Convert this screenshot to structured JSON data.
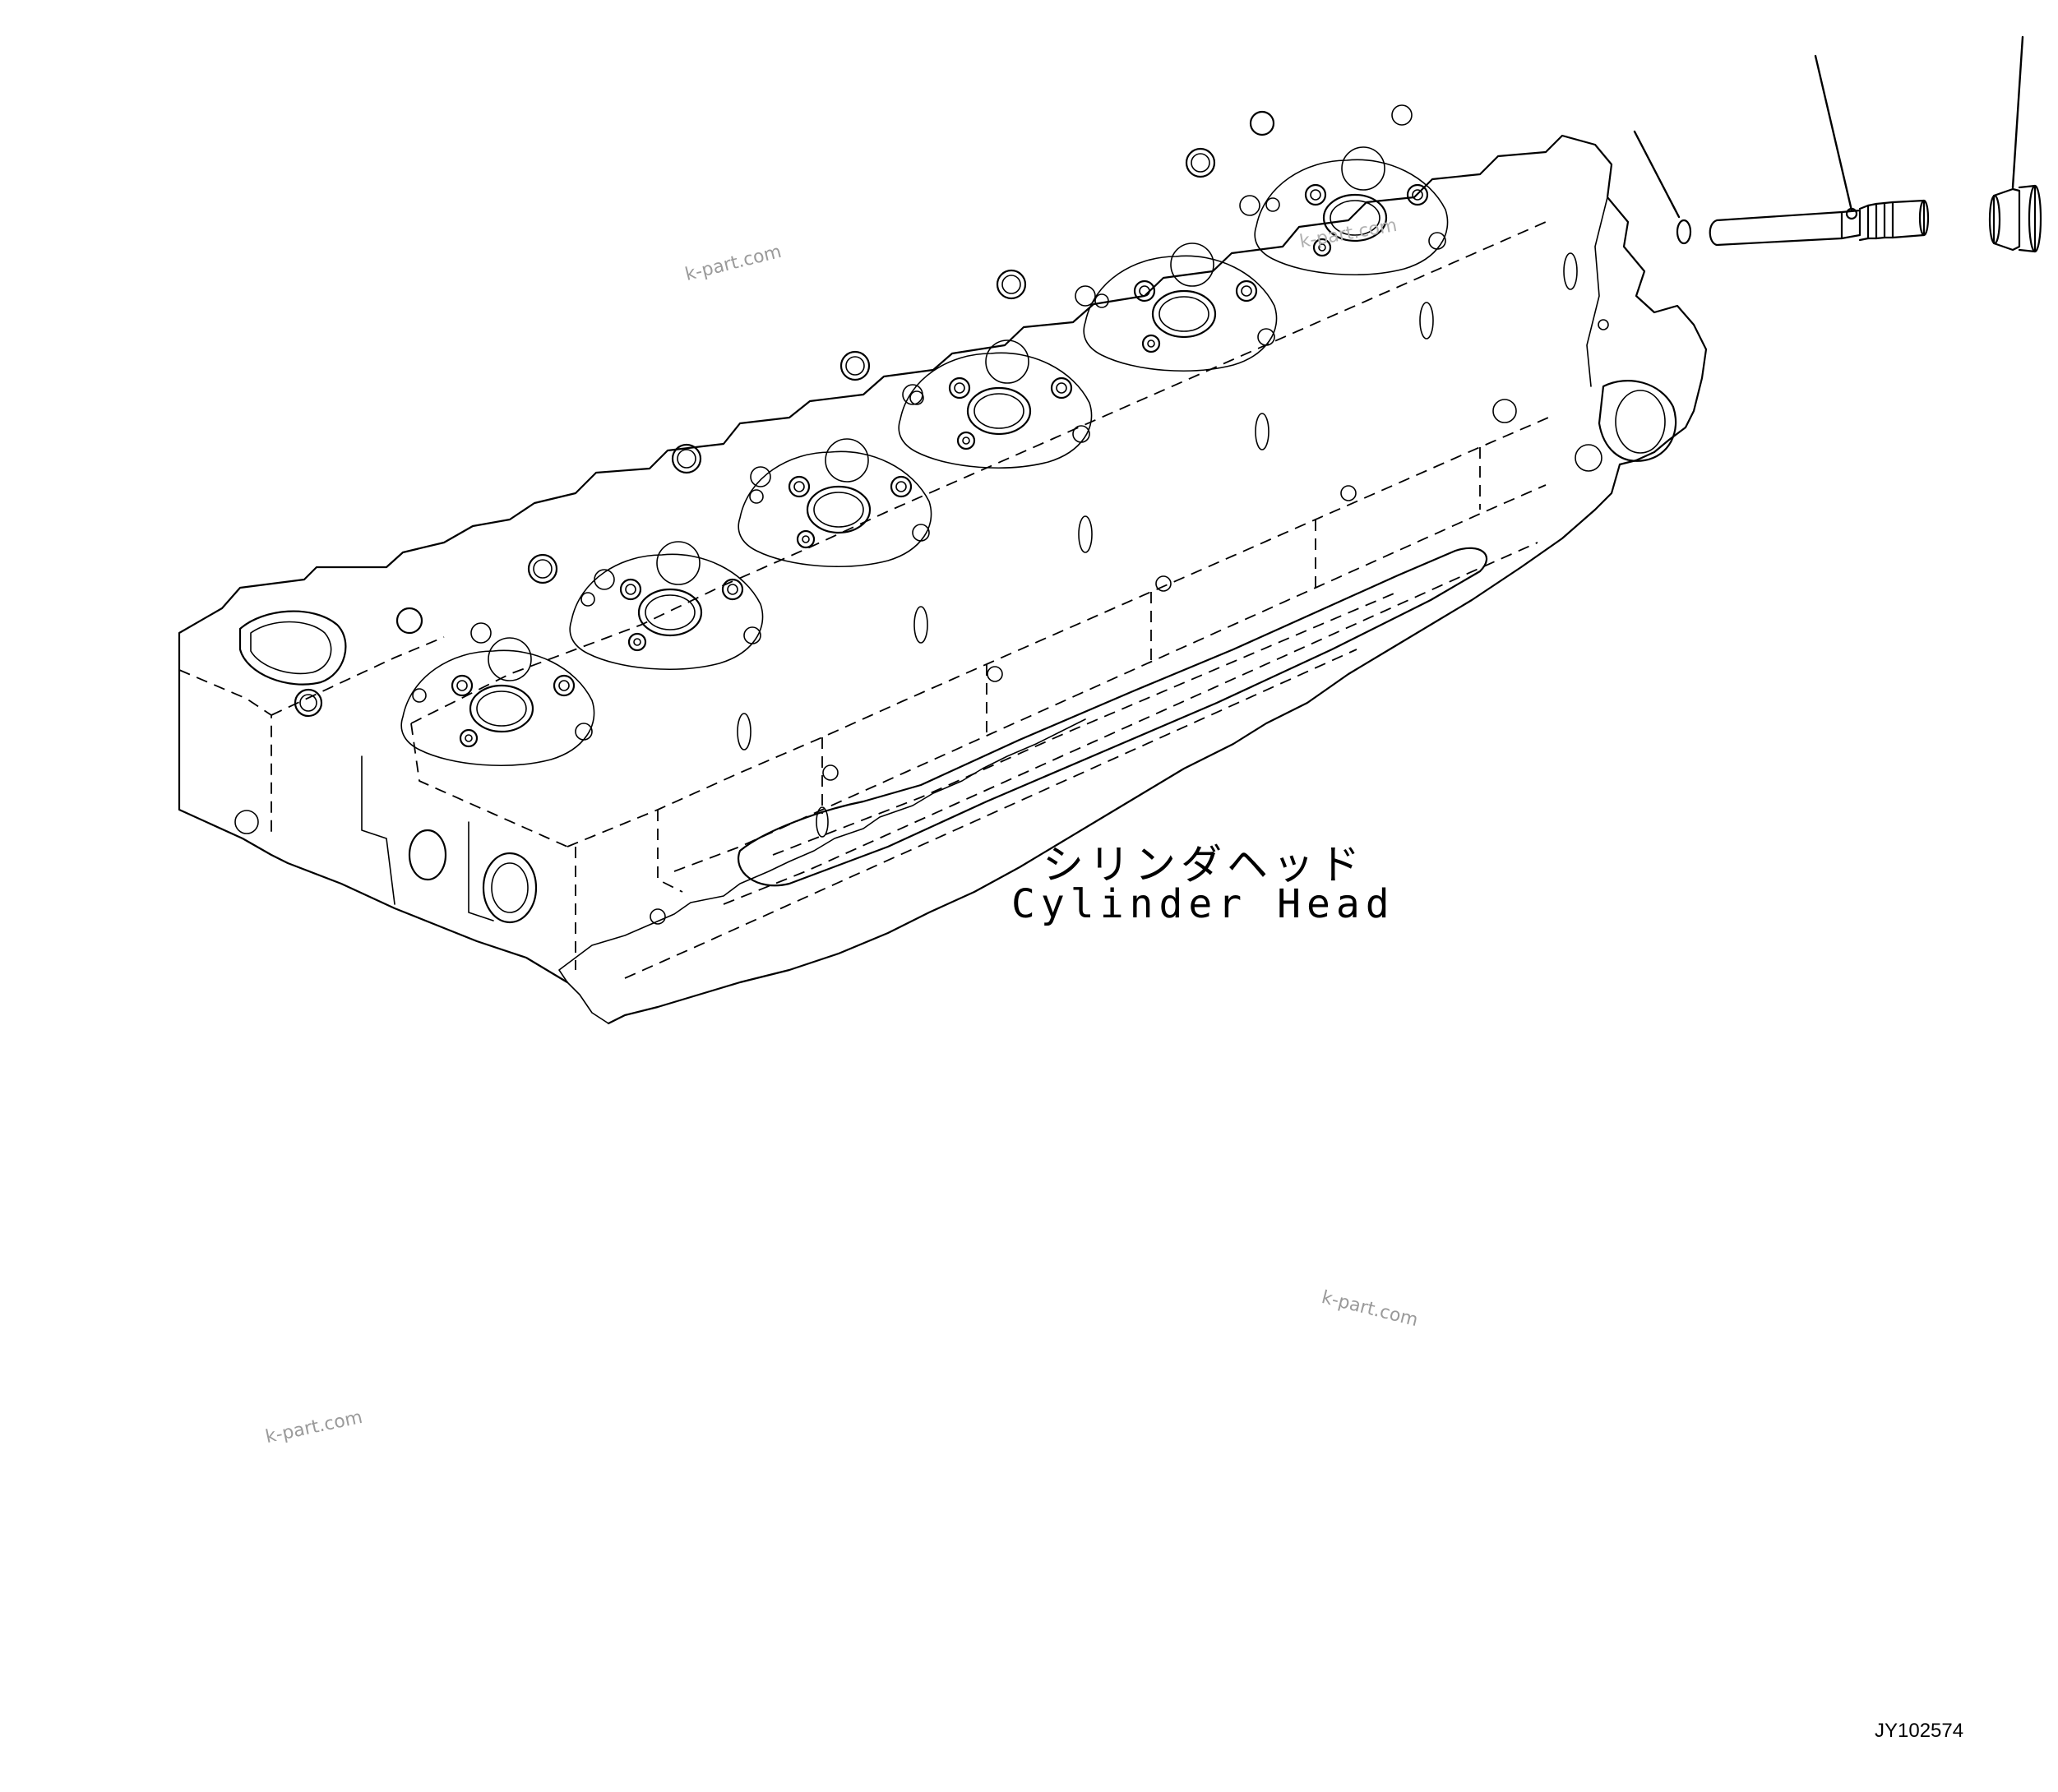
{
  "labels": {
    "part_name_jp": "シリンダヘッド",
    "part_name_en": "Cylinder Head"
  },
  "watermarks": [
    "k-part.com",
    "k-part.com",
    "k-part.com",
    "k-part.com"
  ],
  "drawing_number": "JY102574"
}
